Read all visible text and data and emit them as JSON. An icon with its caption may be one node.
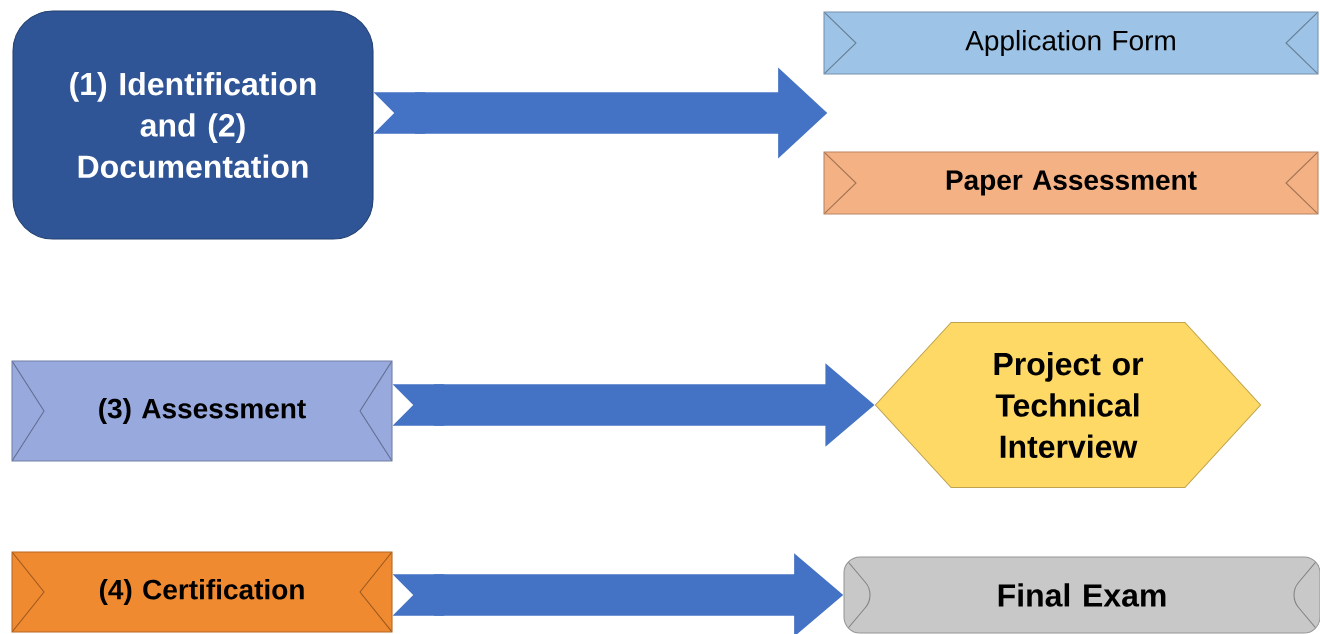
{
  "diagram": {
    "nodes": [
      {
        "text": [
          "(1) Identification and (2) Documentation"
        ]
      },
      {
        "text": [
          "Application Form"
        ]
      },
      {
        "text": [
          "Paper Assessment"
        ]
      },
      {
        "text": [
          "(3) Assessment"
        ]
      },
      {
        "text": [
          "Project or Technical Interview"
        ]
      },
      {
        "text": [
          "(4) Certification"
        ]
      },
      {
        "text": [
          "Final Exam"
        ]
      }
    ],
    "edges": [
      {
        "from": 0,
        "to": 1,
        "arrow": "to"
      },
      {
        "from": 0,
        "to": 2,
        "arrow": "to"
      },
      {
        "from": 3,
        "to": 4,
        "arrow": "to"
      },
      {
        "from": 5,
        "to": 6,
        "arrow": "to"
      }
    ]
  }
}
